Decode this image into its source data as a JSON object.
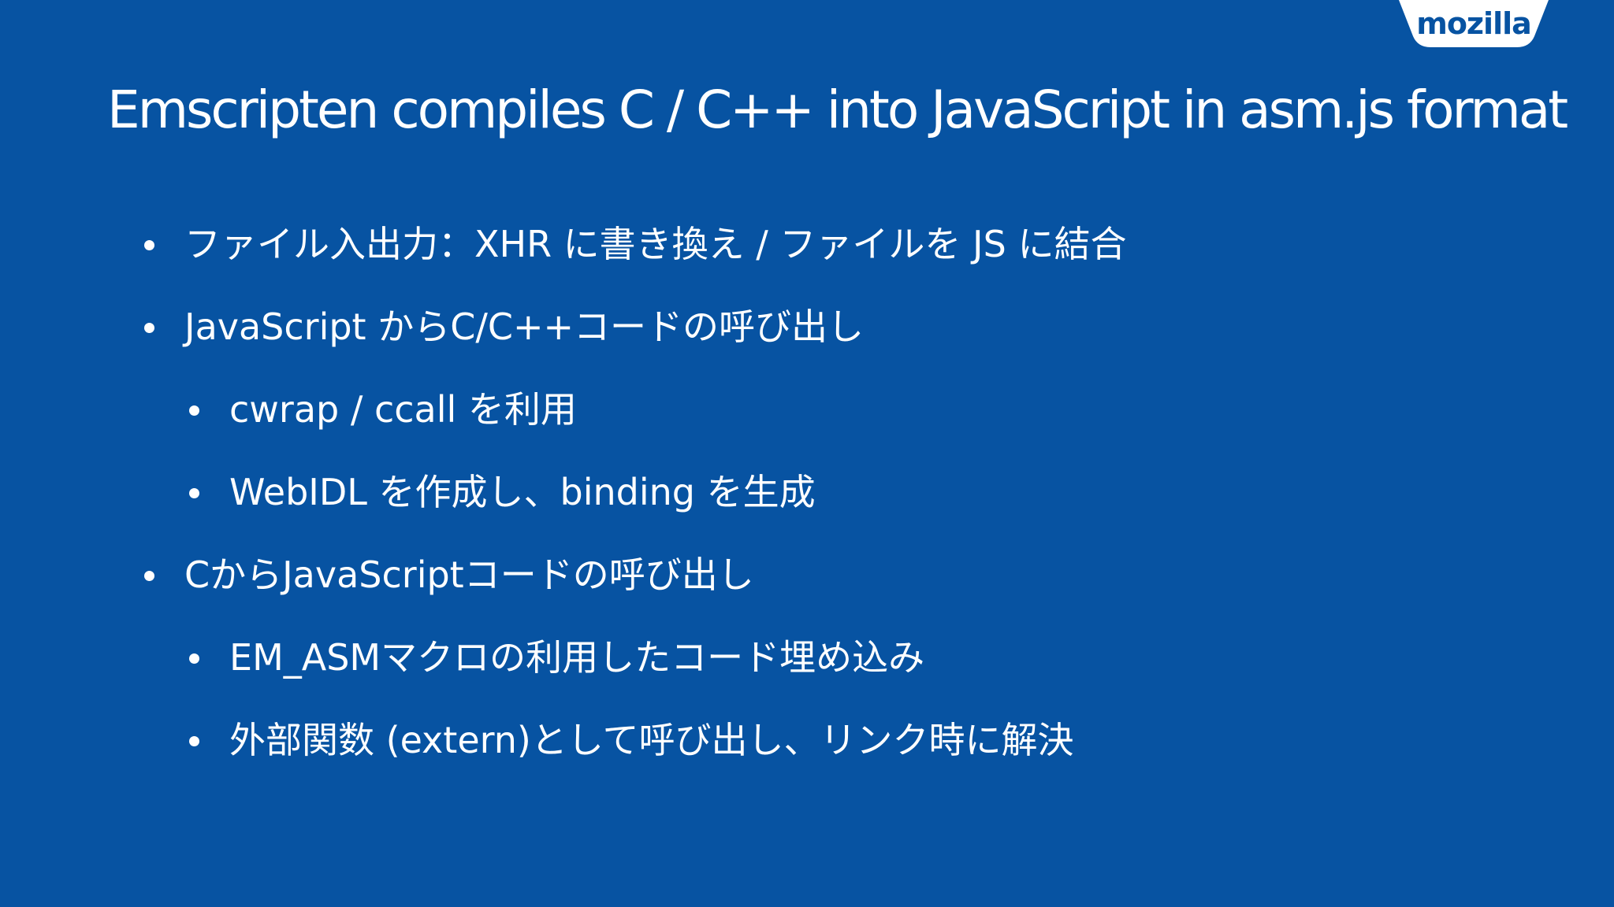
{
  "brand": {
    "logo_text": "mozilla"
  },
  "slide": {
    "title": "Emscripten compiles C / C++ into JavaScript in asm.js format",
    "bullets": [
      {
        "level": 1,
        "text": "ファイル入出力：XHR に書き換え / ファイルを JS に結合"
      },
      {
        "level": 1,
        "text": "JavaScript からC/C++コードの呼び出し"
      },
      {
        "level": 2,
        "text": "cwrap / ccall を利用"
      },
      {
        "level": 2,
        "text": "WebIDL を作成し、binding を生成"
      },
      {
        "level": 1,
        "text": "CからJavaScriptコードの呼び出し"
      },
      {
        "level": 2,
        "text": "EM_ASMマクロの利用したコード埋め込み"
      },
      {
        "level": 2,
        "text": "外部関数 (extern)として呼び出し、リンク時に解決"
      }
    ]
  },
  "colors": {
    "background": "#0753a2",
    "text": "#ffffff",
    "logo_tab": "#ffffff"
  }
}
